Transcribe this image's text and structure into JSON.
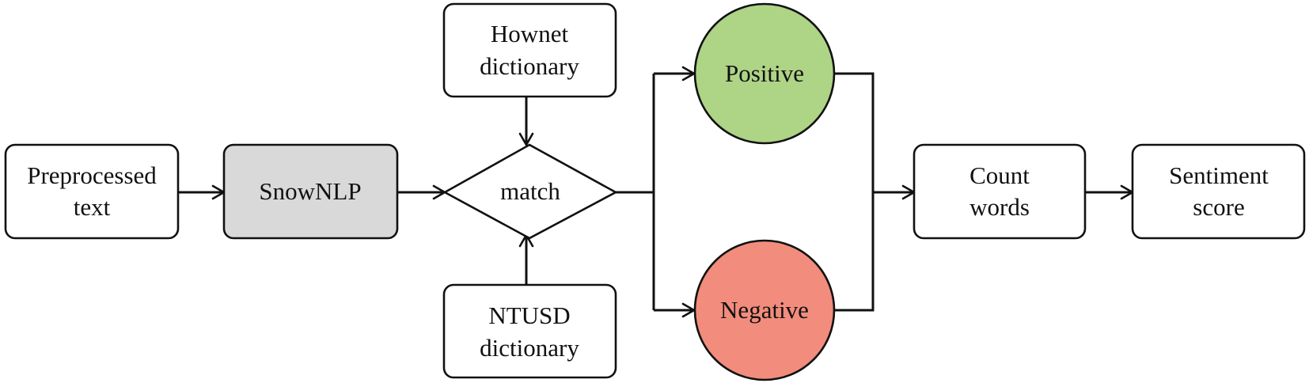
{
  "colors": {
    "stroke": "#111111",
    "snownlp_fill": "#d9d9d9",
    "positive_fill": "#aed486",
    "negative_fill": "#f28c7c",
    "box_fill": "#ffffff"
  },
  "nodes": {
    "preprocessed_text": [
      "Preprocessed",
      "text"
    ],
    "snownlp": [
      "SnowNLP"
    ],
    "hownet_dictionary": [
      "Hownet",
      "dictionary"
    ],
    "match": [
      "match"
    ],
    "ntusd_dictionary": [
      "NTUSD",
      "dictionary"
    ],
    "positive": [
      "Positive"
    ],
    "negative": [
      "Negative"
    ],
    "count_words": [
      "Count",
      "words"
    ],
    "sentiment_score": [
      "Sentiment",
      "score"
    ]
  }
}
